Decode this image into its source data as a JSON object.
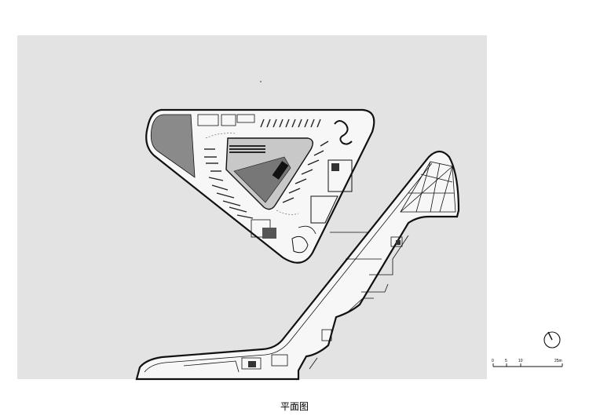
{
  "drawing": {
    "caption": "平面图",
    "scale_bar": {
      "unit": "m",
      "ticks": [
        {
          "value": 0,
          "label": "0"
        },
        {
          "value": 5,
          "label": "5"
        },
        {
          "value": 10,
          "label": "10"
        },
        {
          "value": 25,
          "label": "25m"
        }
      ]
    },
    "north_arrow": {
      "icon": "north-arrow-icon"
    }
  },
  "colors": {
    "background": "#ffffff",
    "site": "#e3e3e3",
    "building_fill": "#f7f7f7",
    "wall": "#111111",
    "dark_zone": "#8a8a8a",
    "atrium": "#c8c8c8"
  }
}
